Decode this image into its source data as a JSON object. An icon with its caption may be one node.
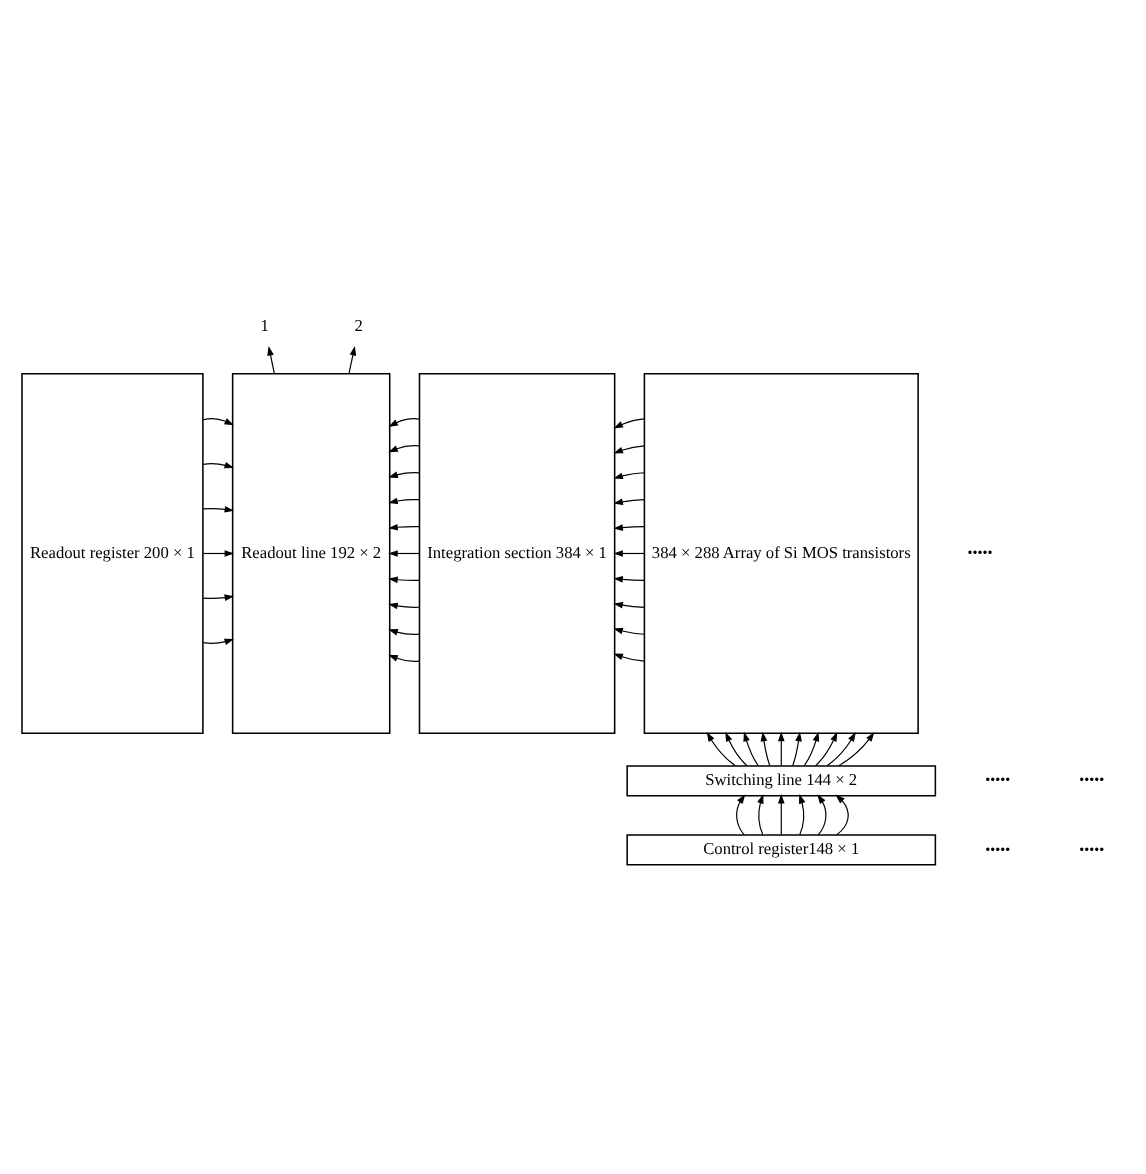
{
  "diagram": {
    "nodes": [
      {
        "text": [
          "Readout register 200 × 1"
        ]
      },
      {
        "text": [
          "Readout line 192 × 2"
        ]
      },
      {
        "text": [
          "Integration section 384 × 1"
        ]
      },
      {
        "text": [
          "384 × 288 Array of Si MOS transistors"
        ]
      },
      {
        "text": [
          "Switching line 144 × 2"
        ]
      },
      {
        "text": [
          "Control register148 × 1"
        ]
      },
      {
        "text": [
          "1"
        ]
      },
      {
        "text": [
          "2"
        ]
      }
    ],
    "edges": [
      {
        "from": 1,
        "to": 6,
        "arrow": "to"
      },
      {
        "from": 1,
        "to": 7,
        "arrow": "to"
      },
      {
        "from": 0,
        "to": 1,
        "arrow": "to"
      },
      {
        "from": 0,
        "to": 1,
        "arrow": "to"
      },
      {
        "from": 0,
        "to": 1,
        "arrow": "to"
      },
      {
        "from": 0,
        "to": 1,
        "arrow": "to"
      },
      {
        "from": 0,
        "to": 1,
        "arrow": "to"
      },
      {
        "from": 0,
        "to": 1,
        "arrow": "to"
      },
      {
        "from": 2,
        "to": 1,
        "arrow": "to"
      },
      {
        "from": 2,
        "to": 1,
        "arrow": "to"
      },
      {
        "from": 2,
        "to": 1,
        "arrow": "to"
      },
      {
        "from": 2,
        "to": 1,
        "arrow": "to"
      },
      {
        "from": 2,
        "to": 1,
        "arrow": "to"
      },
      {
        "from": 2,
        "to": 1,
        "arrow": "to"
      },
      {
        "from": 2,
        "to": 1,
        "arrow": "to"
      },
      {
        "from": 2,
        "to": 1,
        "arrow": "to"
      },
      {
        "from": 2,
        "to": 1,
        "arrow": "to"
      },
      {
        "from": 2,
        "to": 1,
        "arrow": "to"
      },
      {
        "from": 3,
        "to": 2,
        "arrow": "to"
      },
      {
        "from": 3,
        "to": 2,
        "arrow": "to"
      },
      {
        "from": 3,
        "to": 2,
        "arrow": "to"
      },
      {
        "from": 3,
        "to": 2,
        "arrow": "to"
      },
      {
        "from": 3,
        "to": 2,
        "arrow": "to"
      },
      {
        "from": 3,
        "to": 2,
        "arrow": "to"
      },
      {
        "from": 3,
        "to": 2,
        "arrow": "to"
      },
      {
        "from": 3,
        "to": 2,
        "arrow": "to"
      },
      {
        "from": 3,
        "to": 2,
        "arrow": "to"
      },
      {
        "from": 3,
        "to": 2,
        "arrow": "to"
      },
      {
        "from": 4,
        "to": 3,
        "arrow": "to"
      },
      {
        "from": 4,
        "to": 3,
        "arrow": "to"
      },
      {
        "from": 4,
        "to": 3,
        "arrow": "to"
      },
      {
        "from": 4,
        "to": 3,
        "arrow": "to"
      },
      {
        "from": 4,
        "to": 3,
        "arrow": "to"
      },
      {
        "from": 4,
        "to": 3,
        "arrow": "to"
      },
      {
        "from": 4,
        "to": 3,
        "arrow": "to"
      },
      {
        "from": 4,
        "to": 3,
        "arrow": "to"
      },
      {
        "from": 4,
        "to": 3,
        "arrow": "to"
      },
      {
        "from": 4,
        "to": 3,
        "arrow": "to"
      },
      {
        "from": 5,
        "to": 4,
        "arrow": "to"
      },
      {
        "from": 5,
        "to": 4,
        "arrow": "to"
      },
      {
        "from": 5,
        "to": 4,
        "arrow": "to"
      },
      {
        "from": 5,
        "to": 4,
        "arrow": "to"
      },
      {
        "from": 5,
        "to": 4,
        "arrow": "to"
      },
      {
        "from": 5,
        "to": 4,
        "arrow": "to"
      }
    ],
    "labels": [
      "•••••",
      "•••••",
      "•••••",
      "•••••",
      "•••••"
    ]
  }
}
